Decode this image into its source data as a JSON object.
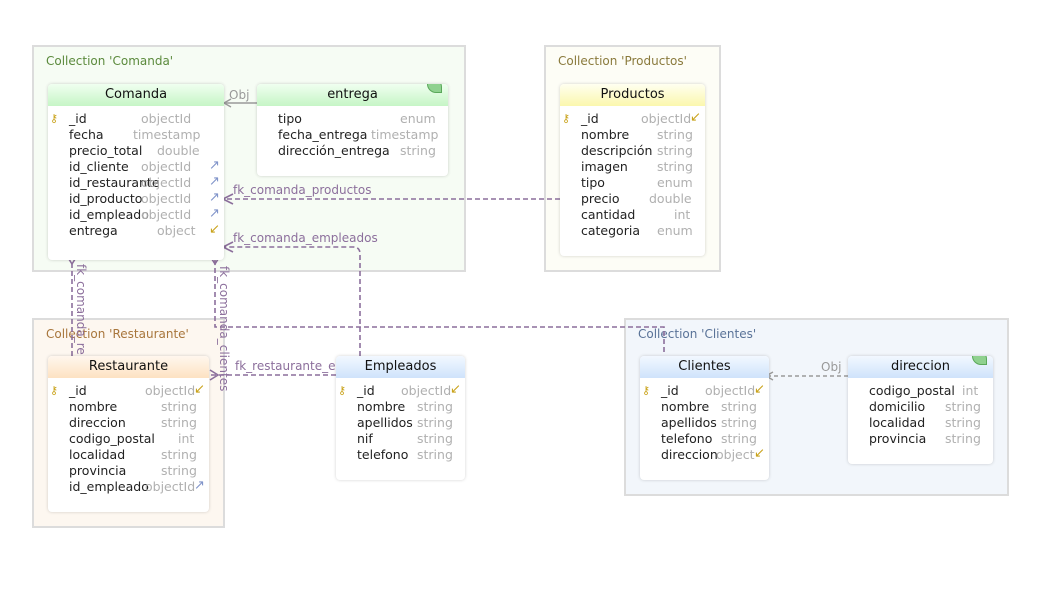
{
  "groups": {
    "comanda": "Collection 'Comanda'",
    "productos": "Collection 'Productos'",
    "restaurante": "Collection 'Restaurante'",
    "clientes": "Collection 'Clientes'"
  },
  "entities": {
    "comanda": {
      "title": "Comanda",
      "fields": [
        {
          "name": "_id",
          "type": "objectId"
        },
        {
          "name": "fecha",
          "type": "timestamp"
        },
        {
          "name": "precio_total",
          "type": "double"
        },
        {
          "name": "id_cliente",
          "type": "objectId"
        },
        {
          "name": "id_restaurante",
          "type": "objectId"
        },
        {
          "name": "id_producto",
          "type": "objectId"
        },
        {
          "name": "id_empleado",
          "type": "objectId"
        },
        {
          "name": "entrega",
          "type": "object"
        }
      ]
    },
    "entrega": {
      "title": "entrega",
      "fields": [
        {
          "name": "tipo",
          "type": "enum"
        },
        {
          "name": "fecha_entrega",
          "type": "timestamp"
        },
        {
          "name": "dirección_entrega",
          "type": "string"
        }
      ]
    },
    "productos": {
      "title": "Productos",
      "fields": [
        {
          "name": "_id",
          "type": "objectId"
        },
        {
          "name": "nombre",
          "type": "string"
        },
        {
          "name": "descripción",
          "type": "string"
        },
        {
          "name": "imagen",
          "type": "string"
        },
        {
          "name": "tipo",
          "type": "enum"
        },
        {
          "name": "precio",
          "type": "double"
        },
        {
          "name": "cantidad",
          "type": "int"
        },
        {
          "name": "categoria",
          "type": "enum"
        }
      ]
    },
    "restaurante": {
      "title": "Restaurante",
      "fields": [
        {
          "name": "_id",
          "type": "objectId"
        },
        {
          "name": "nombre",
          "type": "string"
        },
        {
          "name": "direccion",
          "type": "string"
        },
        {
          "name": "codigo_postal",
          "type": "int"
        },
        {
          "name": "localidad",
          "type": "string"
        },
        {
          "name": "provincia",
          "type": "string"
        },
        {
          "name": "id_empleado",
          "type": "objectId"
        }
      ]
    },
    "empleados": {
      "title": "Empleados",
      "fields": [
        {
          "name": "_id",
          "type": "objectId"
        },
        {
          "name": "nombre",
          "type": "string"
        },
        {
          "name": "apellidos",
          "type": "string"
        },
        {
          "name": "nif",
          "type": "string"
        },
        {
          "name": "telefono",
          "type": "string"
        }
      ]
    },
    "clientes": {
      "title": "Clientes",
      "fields": [
        {
          "name": "_id",
          "type": "objectId"
        },
        {
          "name": "nombre",
          "type": "string"
        },
        {
          "name": "apellidos",
          "type": "string"
        },
        {
          "name": "telefono",
          "type": "string"
        },
        {
          "name": "direccion",
          "type": "object"
        }
      ]
    },
    "direccion": {
      "title": "direccion",
      "fields": [
        {
          "name": "codigo_postal",
          "type": "int"
        },
        {
          "name": "domicilio",
          "type": "string"
        },
        {
          "name": "localidad",
          "type": "string"
        },
        {
          "name": "provincia",
          "type": "string"
        }
      ]
    }
  },
  "relations": {
    "fk_comanda_productos": "fk_comanda_productos",
    "fk_comanda_empleados": "fk_comanda_empleados",
    "fk_comanda_re": "fk_comanda_re",
    "fk_comanda_clientes": "fk_comanda_clientes",
    "fk_restaurante_emp": "fk_restaurante_emp"
  },
  "obj_label": "Obj",
  "colors": {
    "relation_line": "#8c6f9c",
    "obj_line": "#9a9a9a",
    "pk_icon": "#c9a21a",
    "fk_icon": "#7f93c9"
  }
}
